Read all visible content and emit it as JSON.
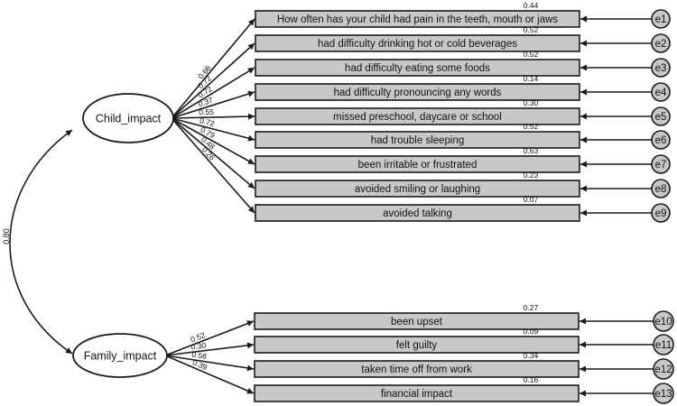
{
  "latents": [
    {
      "id": "child",
      "label": "Child_impact"
    },
    {
      "id": "family",
      "label": "Family_impact"
    }
  ],
  "correlation": "0.80",
  "indicators": [
    {
      "latent": "child",
      "label": "How often has your child had pain in the teeth, mouth or jaws",
      "loading": "0.66",
      "r2": "0.44",
      "error": "e1"
    },
    {
      "latent": "child",
      "label": "had difficulty drinking hot or cold beverages",
      "loading": "0.72",
      "r2": "0.52",
      "error": "e2"
    },
    {
      "latent": "child",
      "label": "had difficulty eating some foods",
      "loading": "0.72",
      "r2": "0.52",
      "error": "e3"
    },
    {
      "latent": "child",
      "label": "had difficulty pronouncing any words",
      "loading": "0.37",
      "r2": "0.14",
      "error": "e4"
    },
    {
      "latent": "child",
      "label": "missed preschool, daycare or school",
      "loading": "0.55",
      "r2": "0.30",
      "error": "e5"
    },
    {
      "latent": "child",
      "label": "had trouble sleeping",
      "loading": "0.72",
      "r2": "0.52",
      "error": "e6"
    },
    {
      "latent": "child",
      "label": "been irritable or frustrated",
      "loading": "0.79",
      "r2": "0.63",
      "error": "e7"
    },
    {
      "latent": "child",
      "label": "avoided smiling or laughing",
      "loading": "0.48",
      "r2": "0.23",
      "error": "e8"
    },
    {
      "latent": "child",
      "label": "avoided talking",
      "loading": "0.26",
      "r2": "0.07",
      "error": "e9"
    },
    {
      "latent": "family",
      "label": "been upset",
      "loading": "0.52",
      "r2": "0.27",
      "error": "e10"
    },
    {
      "latent": "family",
      "label": "felt guilty",
      "loading": "0.30",
      "r2": "0.09",
      "error": "e11"
    },
    {
      "latent": "family",
      "label": "taken time off from work",
      "loading": "0.58",
      "r2": "0.34",
      "error": "e12"
    },
    {
      "latent": "family",
      "label": "financial impact",
      "loading": "0.39",
      "r2": "0.16",
      "error": "e13"
    }
  ]
}
